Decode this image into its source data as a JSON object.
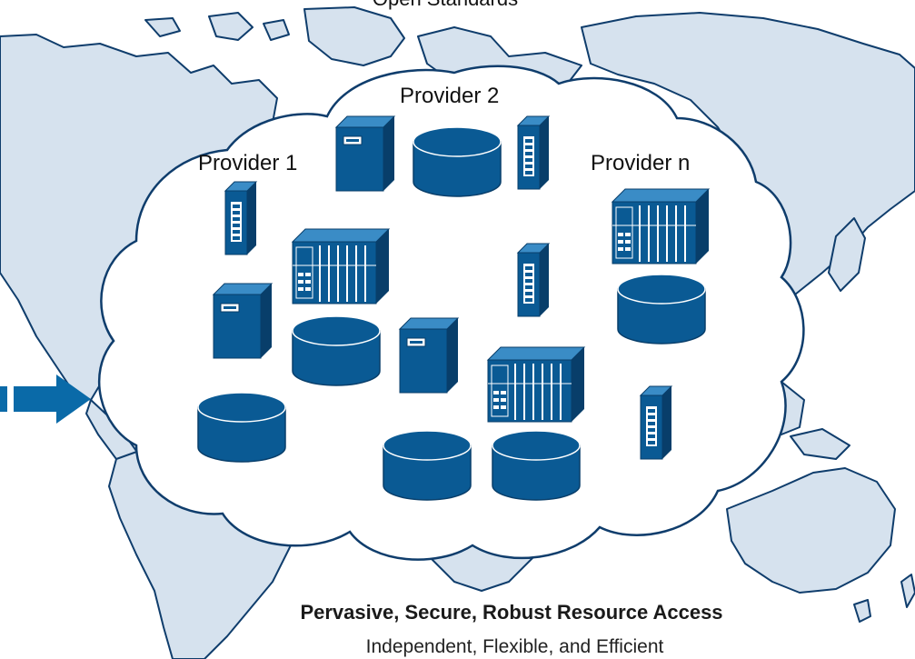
{
  "diagram": {
    "top_heading": "Open Standards",
    "providers": [
      "Provider 1",
      "Provider 2",
      "Provider n"
    ],
    "headline": "Pervasive, Secure, Robust Resource Access",
    "subline": "Independent, Flexible, and Efficient"
  },
  "colors": {
    "map_fill": "#d6e2ee",
    "map_stroke": "#0f3d6c",
    "device_blue": "#0a5a94",
    "device_dark": "#083e6a",
    "device_light": "#3a8cc6",
    "cloud_fill": "#ffffff",
    "cloud_stroke": "#0f3d6c",
    "arrow": "#0a6aa8"
  },
  "icons": [
    "world-map",
    "cloud",
    "server-tower",
    "network-switch",
    "storage-disk",
    "rack-server",
    "arrow-right"
  ]
}
